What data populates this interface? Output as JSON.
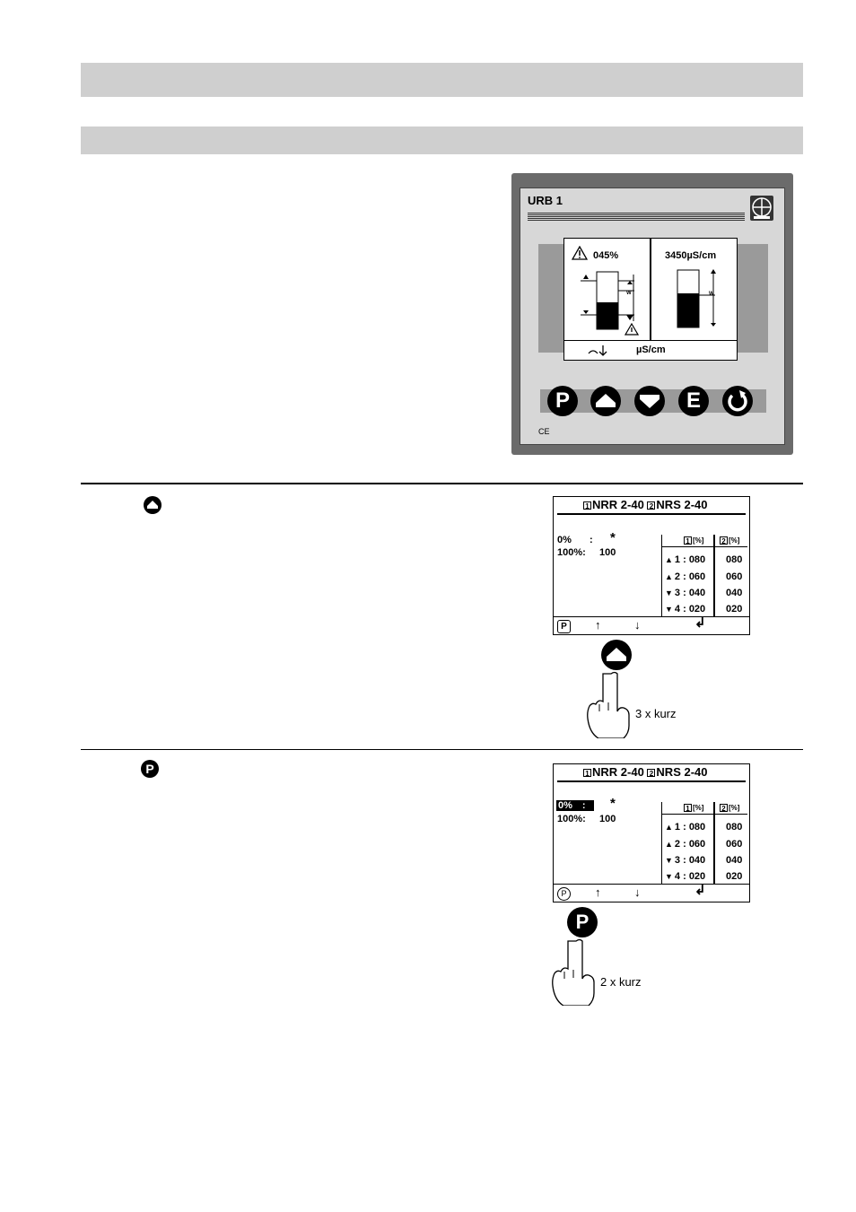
{
  "device": {
    "title": "URB 1",
    "left_panel": {
      "value": "045%",
      "unit": "µS/cm",
      "w_label": "W"
    },
    "right_panel": {
      "value": "3450µS/cm",
      "w_label": "W"
    },
    "buttons": {
      "p": "P",
      "e": "E"
    },
    "ce_mark": "CE"
  },
  "screen1": {
    "header_1": "1",
    "header_1_text": "NRR 2-40",
    "header_2": "2",
    "header_2_text": "NRS 2-40",
    "row0_label": "0%",
    "row0_sep": ":",
    "row0_value": "*",
    "row100_label": "100%:",
    "row100_value": "100",
    "col1_header_num": "1",
    "col1_header": "[%]",
    "col2_header_num": "2",
    "col2_header": "[%]",
    "rows": [
      {
        "label": "1 : 080",
        "v2": "080"
      },
      {
        "label": "2 : 060",
        "v2": "060"
      },
      {
        "label": "3 : 040",
        "v2": "040"
      },
      {
        "label": "4 : 020",
        "v2": "020"
      }
    ],
    "footer_p": "P",
    "footer_up": "↑",
    "footer_down": "↓",
    "footer_enter": "↲",
    "press_label": "3 x kurz"
  },
  "screen2": {
    "header_1": "1",
    "header_1_text": "NRR 2-40",
    "header_2": "2",
    "header_2_text": "NRS 2-40",
    "row0_label": "0%",
    "row0_sep": ":",
    "row0_value": "*",
    "row100_label": "100%:",
    "row100_value": "100",
    "col1_header_num": "1",
    "col1_header": "[%]",
    "col2_header_num": "2",
    "col2_header": "[%]",
    "rows": [
      {
        "label": "1 : 080",
        "v2": "080"
      },
      {
        "label": "2 : 060",
        "v2": "060"
      },
      {
        "label": "3 : 040",
        "v2": "040"
      },
      {
        "label": "4 : 020",
        "v2": "020"
      }
    ],
    "footer_p": "P",
    "footer_up": "↑",
    "footer_down": "↓",
    "footer_enter": "↲",
    "press_label": "2 x kurz",
    "button_label": "P"
  },
  "step_icons": {
    "step2_p": "P"
  }
}
